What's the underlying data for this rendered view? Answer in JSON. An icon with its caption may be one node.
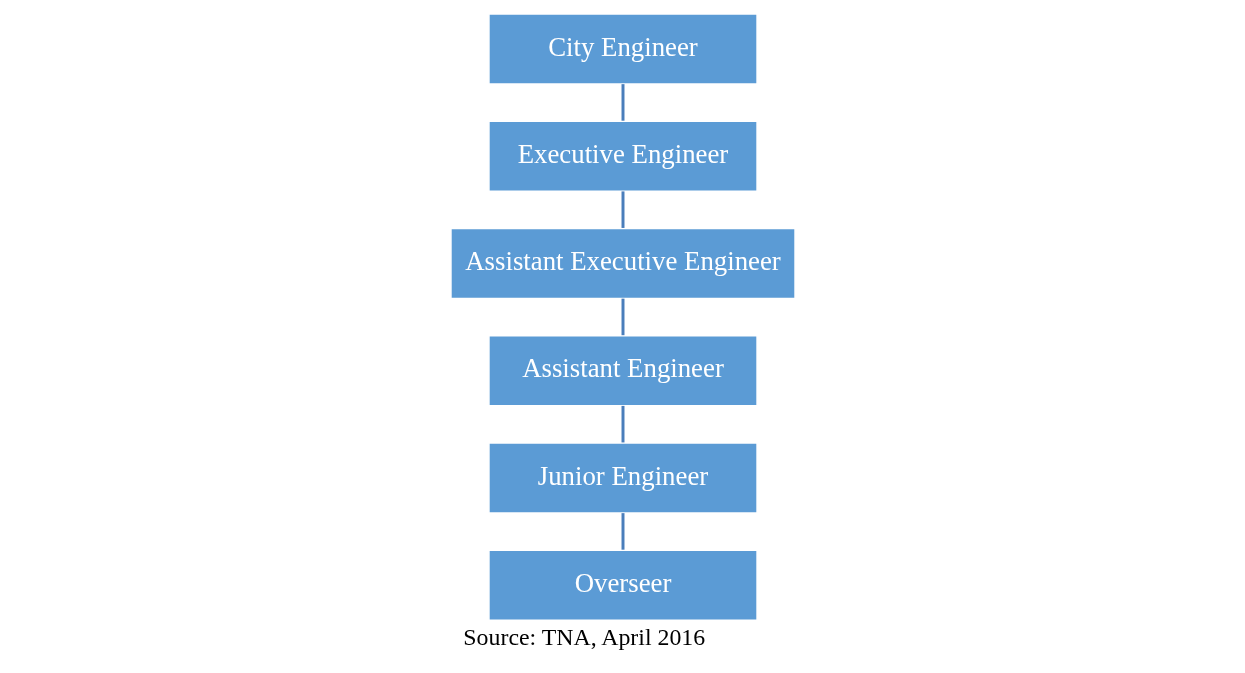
{
  "diagram": {
    "caption": "Source: TNA, April 2016",
    "nodes": [
      {
        "text": [
          "City Engineer"
        ]
      },
      {
        "text": [
          "Executive Engineer"
        ]
      },
      {
        "text": [
          "Assistant Executive Engineer"
        ]
      },
      {
        "text": [
          "Assistant Engineer"
        ]
      },
      {
        "text": [
          "Junior Engineer"
        ]
      },
      {
        "text": [
          "Overseer"
        ]
      }
    ],
    "edges": [
      {
        "from": 0,
        "to": 1,
        "arrow": "none"
      },
      {
        "from": 1,
        "to": 2,
        "arrow": "none"
      },
      {
        "from": 2,
        "to": 3,
        "arrow": "none"
      },
      {
        "from": 3,
        "to": 4,
        "arrow": "none"
      },
      {
        "from": 4,
        "to": 5,
        "arrow": "none"
      }
    ]
  }
}
